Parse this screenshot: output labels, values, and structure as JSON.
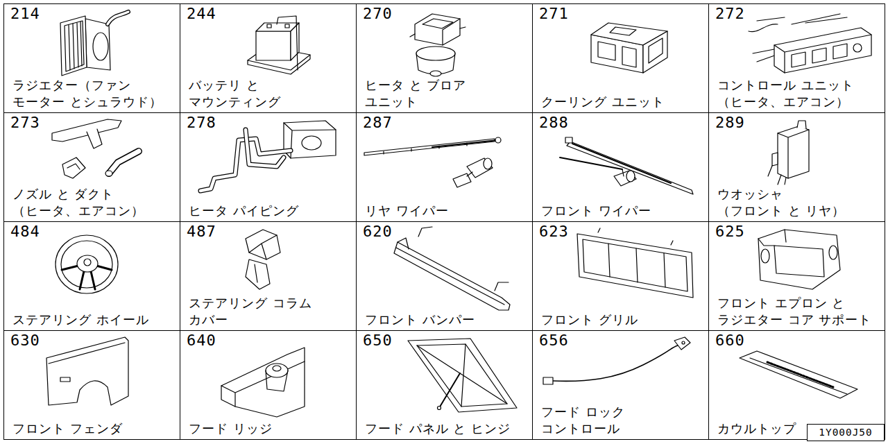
{
  "diagram": {
    "nodes": [
      {
        "text": [
          "214",
          "ラジエター（ファン モーター とシュラウド）"
        ]
      },
      {
        "text": [
          "244",
          "バッテリ と マウンティング"
        ]
      },
      {
        "text": [
          "270",
          "ヒータ と ブロア ユニット"
        ]
      },
      {
        "text": [
          "271",
          "クーリング ユニット"
        ]
      },
      {
        "text": [
          "272",
          "コントロール ユニット （ヒータ、エアコン）"
        ]
      },
      {
        "text": [
          "273",
          "ノズル と ダクト （ヒータ、エアコン）"
        ]
      },
      {
        "text": [
          "278",
          "ヒータ パイピング"
        ]
      },
      {
        "text": [
          "287",
          "リヤ ワイパー"
        ]
      },
      {
        "text": [
          "288",
          "フロント ワイパー"
        ]
      },
      {
        "text": [
          "289",
          "ウオッシャ （フロント と リヤ）"
        ]
      },
      {
        "text": [
          "484",
          "ステアリング ホイール"
        ]
      },
      {
        "text": [
          "487",
          "ステアリング コラム カバー"
        ]
      },
      {
        "text": [
          "620",
          "フロント バンパー"
        ]
      },
      {
        "text": [
          "623",
          "フロント グリル"
        ]
      },
      {
        "text": [
          "625",
          "フロント エプロン と ラジエター コア サポート"
        ]
      },
      {
        "text": [
          "630",
          "フロント フェンダ"
        ]
      },
      {
        "text": [
          "640",
          "フード リッジ"
        ]
      },
      {
        "text": [
          "650",
          "フード パネル と ヒンジ"
        ]
      },
      {
        "text": [
          "656",
          "フード ロック コントロール"
        ]
      },
      {
        "text": [
          "660",
          "カウルトップ"
        ]
      },
      {
        "text": [
          "1Y000J50"
        ]
      }
    ]
  }
}
